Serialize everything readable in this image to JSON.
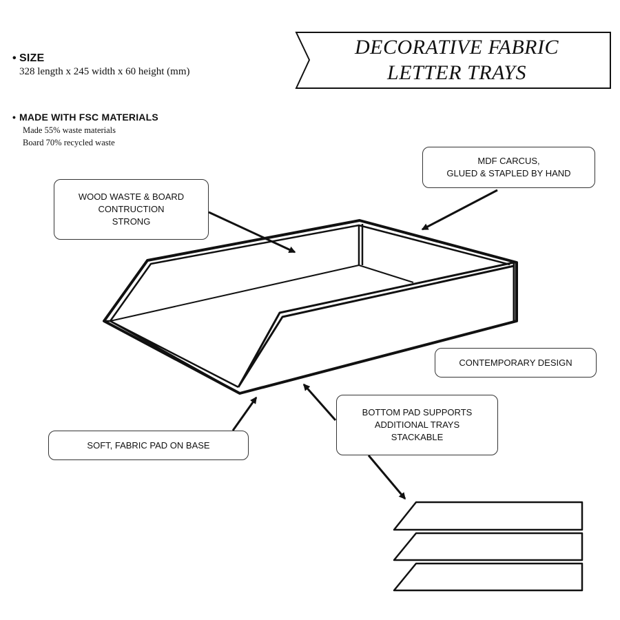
{
  "title": {
    "lines": [
      "DECORATIVE FABRIC",
      "LETTER TRAYS"
    ]
  },
  "specs": {
    "size": {
      "bullet": "•",
      "heading": "SIZE",
      "detail": "328 length x 245 width x 60 height (mm)"
    },
    "materials": {
      "bullet": "•",
      "heading": "MADE WITH FSC MATERIALS",
      "lines": [
        "Made 55% waste materials",
        "Board 70% recycled waste"
      ]
    }
  },
  "callouts": {
    "wood": {
      "lines": [
        "WOOD WASTE & BOARD",
        "CONTRUCTION",
        "STRONG"
      ]
    },
    "mdf": {
      "lines": [
        "MDF CARCUS,",
        "GLUED & STAPLED BY HAND"
      ]
    },
    "design": {
      "lines": [
        "CONTEMPORARY DESIGN"
      ]
    },
    "bottom_pad": {
      "lines": [
        "BOTTOM PAD SUPPORTS",
        "ADDITIONAL TRAYS",
        "STACKABLE"
      ]
    },
    "fabric": {
      "lines": [
        "SOFT, FABRIC PAD ON BASE"
      ]
    }
  },
  "colors": {
    "ink": "#111111",
    "box_border": "#333333",
    "background": "#ffffff"
  }
}
